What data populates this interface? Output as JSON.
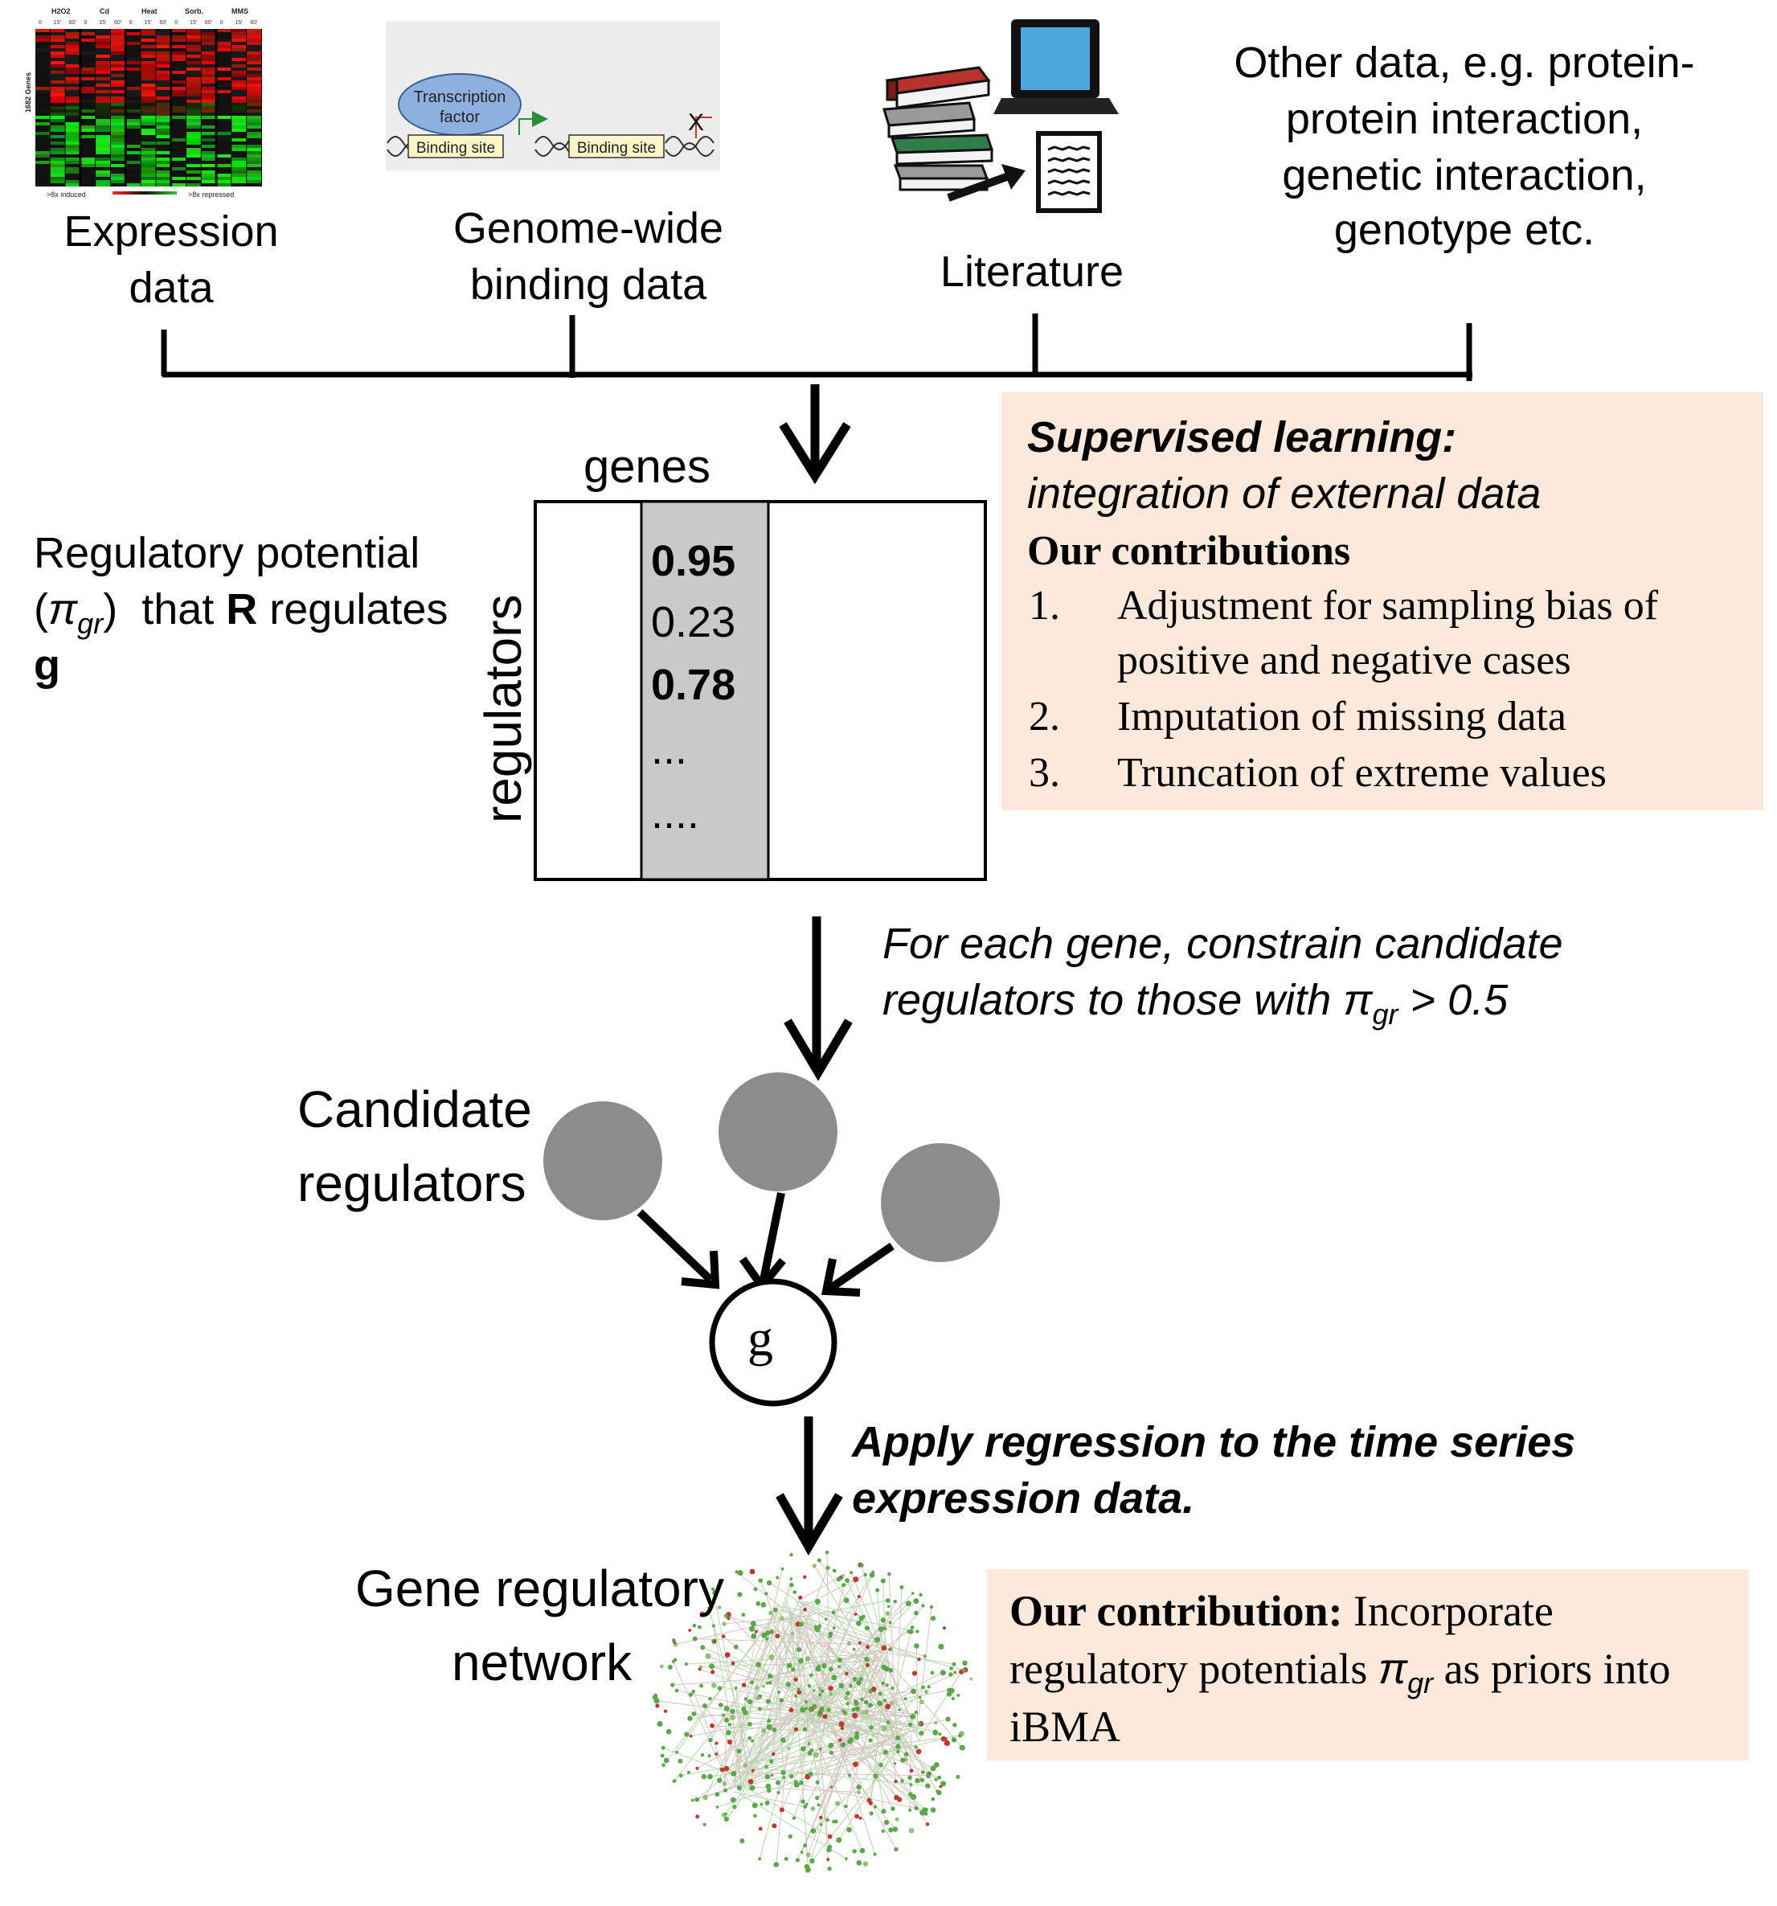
{
  "sources": {
    "expression": {
      "line1": "Expression",
      "line2": "data",
      "heatmap": {
        "conditions": [
          "H2O2",
          "Cd",
          "Heat",
          "Sorb.",
          "MMS"
        ],
        "timepoints": [
          "0",
          "15'",
          "60'"
        ],
        "ylabel": "1682 Genes",
        "legend_left": ">8x induced",
        "legend_right": ">8x repressed"
      }
    },
    "binding": {
      "line1": "Genome-wide",
      "line2": "binding data",
      "tf_line1": "Transcription",
      "tf_line2": "factor",
      "site1": "Binding site",
      "site2": "Binding site",
      "block_mark": "X"
    },
    "literature": {
      "label": "Literature",
      "icon": "books-laptop-document-icon"
    },
    "other": {
      "line1": "Other data, e.g. protein-",
      "line2": "protein interaction,",
      "line3": "genetic interaction,",
      "line4": "genotype etc."
    }
  },
  "matrix": {
    "col_label": "genes",
    "row_label": "regulators",
    "values": [
      "0.95",
      "0.23",
      "0.78",
      "...",
      "...."
    ],
    "bold": [
      true,
      false,
      true,
      false,
      false
    ]
  },
  "potential": {
    "line1": "Regulatory potential",
    "open_paren": "(",
    "pi": "π",
    "sub": "gr",
    "close": ")",
    "that": "that",
    "R": "R",
    "regulates": "regulates",
    "g": "g"
  },
  "supervised": {
    "title": "Supervised learning:",
    "subtitle": "integration of external data",
    "contrib_heading": "Our contributions",
    "items": [
      {
        "num": "1.",
        "line1": "Adjustment for sampling bias of",
        "line2": "positive and negative cases"
      },
      {
        "num": "2.",
        "line1": "Imputation of missing data",
        "line2": ""
      },
      {
        "num": "3.",
        "line1": "Truncation of extreme values",
        "line2": ""
      }
    ],
    "bg_color": "#fce9dc"
  },
  "constrain": {
    "line1": "For each gene, constrain candidate",
    "line2_pre": "regulators to those with",
    "pi": "π",
    "sub": "gr",
    "line2_post": "> 0.5"
  },
  "candidates": {
    "line1": "Candidate",
    "line2": "regulators",
    "node_color": "#8c8c8c",
    "target_label": "g"
  },
  "regression": {
    "line1": "Apply regression to the time series",
    "line2": "expression data."
  },
  "network": {
    "line1": "Gene regulatory",
    "line2": "network"
  },
  "contribution": {
    "bold": "Our contribution:",
    "rest1": "Incorporate",
    "line2_pre": "regulatory potentials",
    "pi": "π",
    "sub": "gr",
    "line2_post": "as priors into",
    "line3": "iBMA",
    "bg_color": "#fce9dc"
  }
}
